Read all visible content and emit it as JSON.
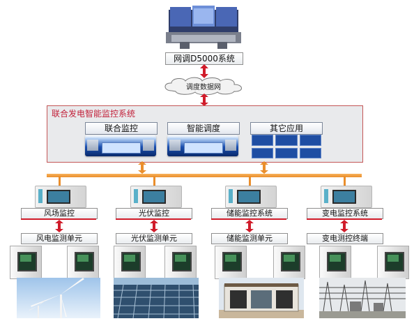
{
  "top": {
    "title": "网调D5000系统",
    "cloud_label": "调度数据网"
  },
  "system": {
    "title": "联合发电智能监控系统",
    "modules": [
      {
        "label": "联合监控"
      },
      {
        "label": "智能调度"
      },
      {
        "label": "其它应用"
      }
    ]
  },
  "monitors": [
    {
      "label": "风场监控"
    },
    {
      "label": "光伏监控"
    },
    {
      "label": "储能监控系统"
    },
    {
      "label": "变电监控系统"
    }
  ],
  "units": [
    {
      "label": "风电监测单元"
    },
    {
      "label": "光伏监测单元"
    },
    {
      "label": "储能监测单元"
    },
    {
      "label": "变电测控终端"
    }
  ],
  "colors": {
    "red_arrow": "#d01c2a",
    "orange_bus": "#ea8e2c",
    "system_border": "#c45656"
  },
  "icons": [
    "arrow-updown-red-icon",
    "arrow-updown-orange-icon",
    "monitor-device-icon",
    "cloud-icon"
  ]
}
